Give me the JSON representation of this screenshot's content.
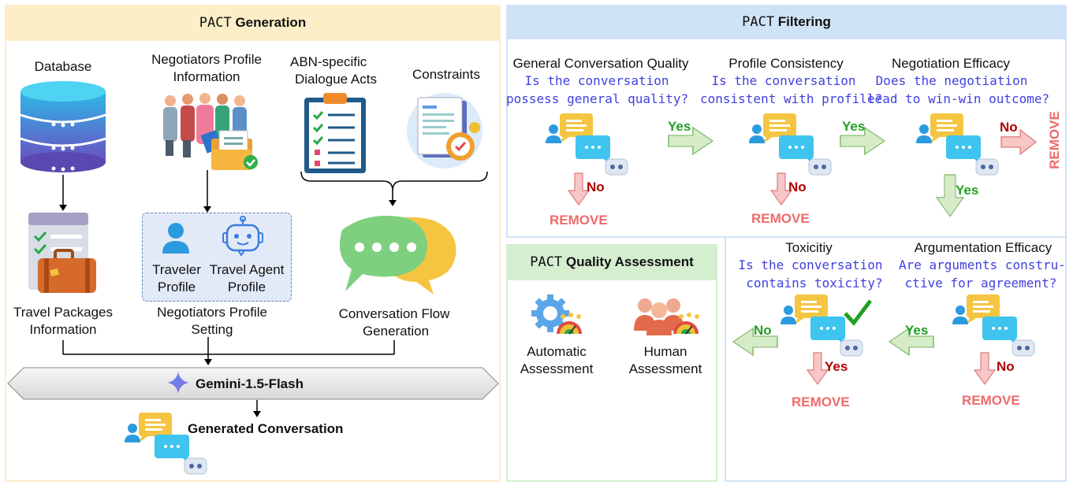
{
  "generation": {
    "title_mono": "PACT",
    "title_text": " Generation",
    "database": "Database",
    "profile_info_line1": "Negotiators Profile",
    "profile_info_line2": "Information",
    "abn_line1": "ABN-specific",
    "abn_line2": "Dialogue Acts",
    "constraints": "Constraints",
    "traveler_line1": "Traveler",
    "traveler_line2": "Profile",
    "agent_line1": "Travel Agent",
    "agent_line2": "Profile",
    "setting_line1": "Negotiators Profile",
    "setting_line2": "Setting",
    "packages_line1": "Travel Packages",
    "packages_line2": "Information",
    "flow_line1": "Conversation Flow",
    "flow_line2": "Generation",
    "model": "Gemini-1.5-Flash",
    "generated": "Generated Conversation"
  },
  "filtering": {
    "title_mono": "PACT",
    "title_text": " Filtering",
    "quality": {
      "title": "General Conversation Quality",
      "q1": "Is the conversation",
      "q2": "possess general quality?"
    },
    "profile": {
      "title": "Profile Consistency",
      "q1": "Is the conversation",
      "q2": "consistent with profile?"
    },
    "efficacy": {
      "title": "Negotiation Efficacy",
      "q1": "Does the negotiation",
      "q2": "lead to win-win outcome?"
    },
    "toxicity": {
      "title": "Toxicitiy",
      "q1": "Is the conversation",
      "q2": "contains toxicity?"
    },
    "argumentation": {
      "title": "Argumentation Efficacy",
      "q1": "Are arguments constru-",
      "q2": "ctive for agreement?"
    },
    "yes": "Yes",
    "no": "No",
    "remove": "REMOVE"
  },
  "assessment": {
    "title_mono": "PACT",
    "title_text": " Quality Assessment",
    "auto_line1": "Automatic",
    "auto_line2": "Assessment",
    "human_line1": "Human",
    "human_line2": "Assessment"
  },
  "colors": {
    "generation_header": "#fcefc7",
    "filtering_header": "#cfe3f7",
    "assessment_header": "#d5eecf",
    "remove": "#f06a6a",
    "yes": "#22a022",
    "no": "#b00000",
    "question": "#4040e0"
  }
}
